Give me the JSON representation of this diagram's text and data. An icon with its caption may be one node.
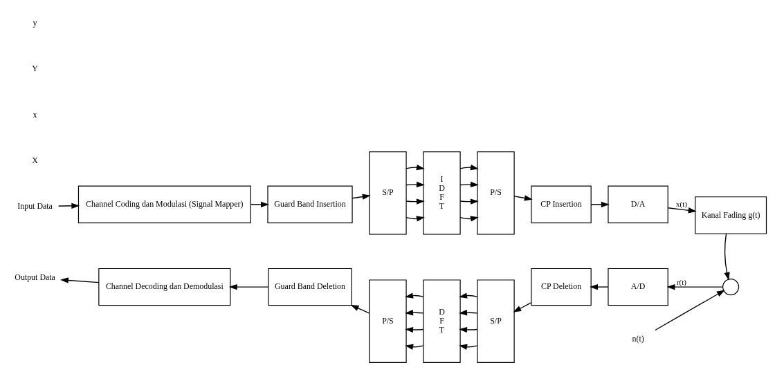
{
  "diagram": {
    "nodes": [
      {
        "text": [
          "Input Data"
        ]
      },
      {
        "text": [
          "Channel Coding dan Modulasi (Signal Mapper)"
        ]
      },
      {
        "text": [
          "Guard Band Insertion"
        ]
      },
      {
        "text": [
          "S/P"
        ]
      },
      {
        "text": [
          "I D F T"
        ]
      },
      {
        "text": [
          "P/S"
        ]
      },
      {
        "text": [
          "CP Insertion"
        ]
      },
      {
        "text": [
          "D/A"
        ]
      },
      {
        "text": [
          "Kanal Fading g(t)"
        ]
      },
      {
        "text": [
          "n(t)"
        ]
      },
      {
        "text": [],
        "shape": "circle"
      },
      {
        "text": [
          "A/D"
        ]
      },
      {
        "text": [
          "CP Deletion"
        ]
      },
      {
        "text": [
          "S/P"
        ]
      },
      {
        "text": [
          "D F T"
        ]
      },
      {
        "text": [
          "P/S"
        ]
      },
      {
        "text": [
          "Guard Band Deletion"
        ]
      },
      {
        "text": [
          "Channel Decoding dan Demodulasi"
        ]
      },
      {
        "text": [
          "Output Data"
        ]
      }
    ],
    "edges": [
      {
        "from": 0,
        "to": 1,
        "arrow": "to"
      },
      {
        "from": 1,
        "to": 2,
        "arrow": "to"
      },
      {
        "from": 2,
        "to": 3,
        "arrow": "to"
      },
      {
        "from": 3,
        "to": 4,
        "arrow": "to"
      },
      {
        "from": 3,
        "to": 4,
        "arrow": "to"
      },
      {
        "from": 3,
        "to": 4,
        "arrow": "to"
      },
      {
        "from": 3,
        "to": 4,
        "arrow": "to"
      },
      {
        "from": 4,
        "to": 5,
        "arrow": "to"
      },
      {
        "from": 4,
        "to": 5,
        "arrow": "to"
      },
      {
        "from": 4,
        "to": 5,
        "arrow": "to"
      },
      {
        "from": 4,
        "to": 5,
        "arrow": "to"
      },
      {
        "from": 5,
        "to": 6,
        "arrow": "to"
      },
      {
        "from": 6,
        "to": 7,
        "arrow": "to"
      },
      {
        "from": 7,
        "to": 8,
        "arrow": "to",
        "label": "x(t)"
      },
      {
        "from": 8,
        "to": 10,
        "arrow": "to"
      },
      {
        "from": 9,
        "to": 10,
        "arrow": "to"
      },
      {
        "from": 10,
        "to": 11,
        "arrow": "to",
        "label": "r(t)"
      },
      {
        "from": 11,
        "to": 12,
        "arrow": "to"
      },
      {
        "from": 12,
        "to": 13,
        "arrow": "to"
      },
      {
        "from": 13,
        "to": 14,
        "arrow": "to"
      },
      {
        "from": 13,
        "to": 14,
        "arrow": "to"
      },
      {
        "from": 13,
        "to": 14,
        "arrow": "to"
      },
      {
        "from": 13,
        "to": 14,
        "arrow": "to"
      },
      {
        "from": 14,
        "to": 15,
        "arrow": "to"
      },
      {
        "from": 14,
        "to": 15,
        "arrow": "to"
      },
      {
        "from": 14,
        "to": 15,
        "arrow": "to"
      },
      {
        "from": 14,
        "to": 15,
        "arrow": "to"
      },
      {
        "from": 15,
        "to": 16,
        "arrow": "to"
      },
      {
        "from": 16,
        "to": 17,
        "arrow": "to"
      },
      {
        "from": 17,
        "to": 18,
        "arrow": "to"
      }
    ],
    "labels": [
      "X",
      "x",
      "Y",
      "y"
    ]
  }
}
